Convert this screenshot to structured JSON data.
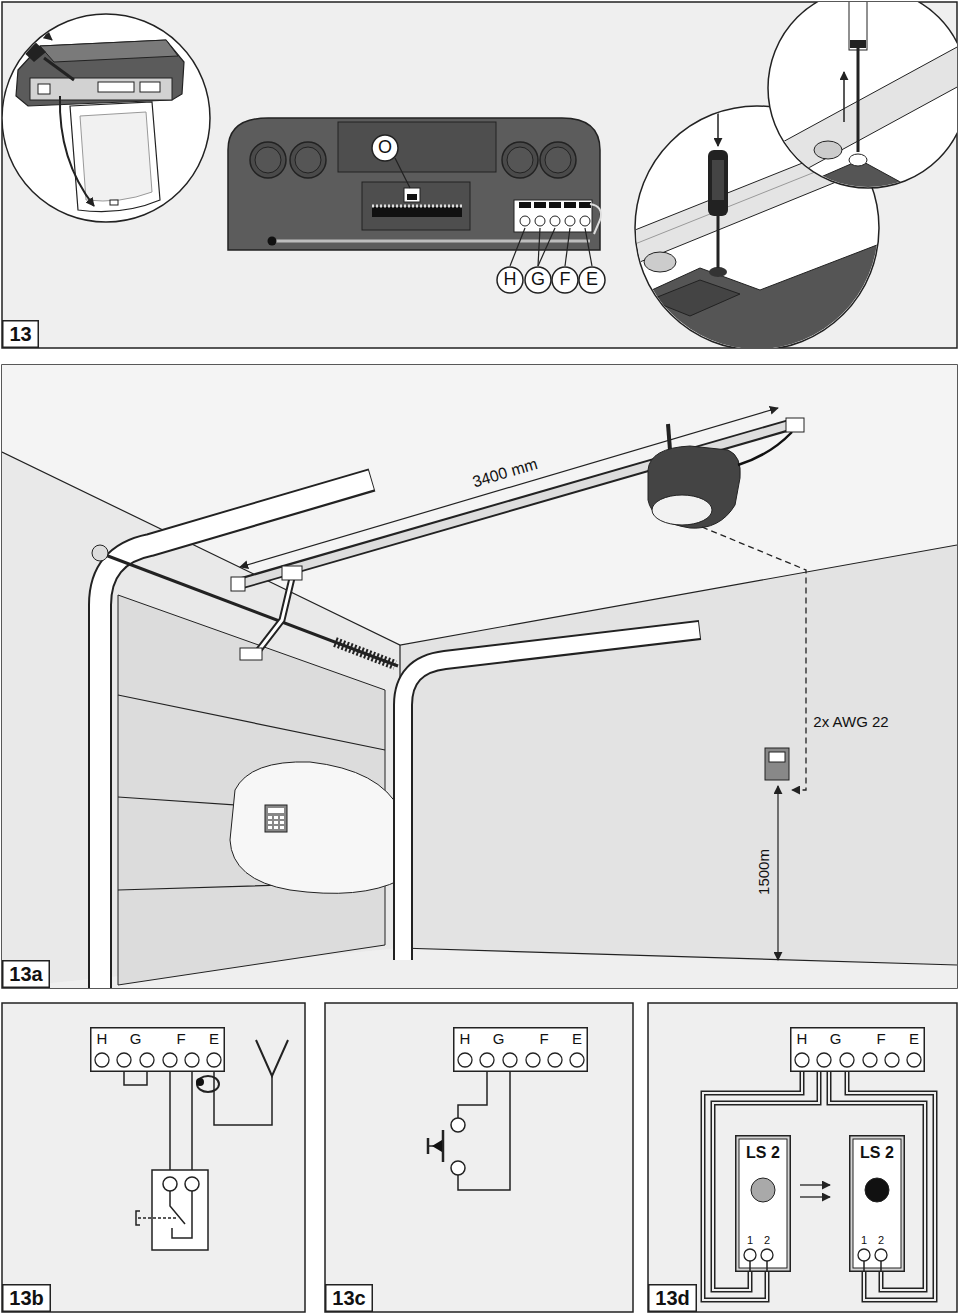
{
  "diagram": {
    "nodes": [
      {
        "text": [
          "O"
        ]
      },
      {
        "text": [
          "H"
        ]
      },
      {
        "text": [
          "G"
        ]
      },
      {
        "text": [
          "F"
        ]
      },
      {
        "text": [
          "E"
        ]
      },
      {
        "text": [
          "13"
        ]
      },
      {
        "text": [
          "13a"
        ]
      },
      {
        "text": [
          "H",
          "G",
          "F",
          "E"
        ]
      },
      {
        "text": [
          "13b"
        ]
      },
      {
        "text": [
          "H",
          "G",
          "F",
          "E"
        ]
      },
      {
        "text": [
          "13c"
        ]
      },
      {
        "text": [
          "H",
          "G",
          "F",
          "E"
        ]
      },
      {
        "text": [
          "LS 2",
          "1",
          "2"
        ]
      },
      {
        "text": [
          "LS 2",
          "1",
          "2"
        ]
      },
      {
        "text": [
          "13d"
        ]
      }
    ],
    "edges": [
      {
        "from": 11,
        "to": 12,
        "arrow": "none"
      },
      {
        "from": 11,
        "to": 12,
        "arrow": "none"
      },
      {
        "from": 11,
        "to": 13,
        "arrow": "none"
      },
      {
        "from": 11,
        "to": 13,
        "arrow": "none"
      }
    ],
    "labels": [
      "3400 mm",
      "2x AWG 22",
      "1500m"
    ]
  }
}
